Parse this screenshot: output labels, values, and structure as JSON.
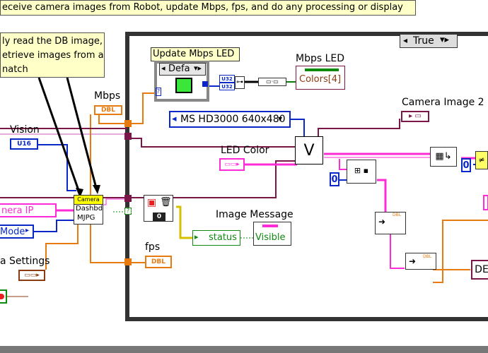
{
  "header": {
    "text": "eceive camera images from Robot, update Mbps, fps, and do any processing or display"
  },
  "comment": {
    "line1": "ly read the DB image,",
    "line2": "etrieve images from a",
    "line3": "natch"
  },
  "case_selector": {
    "value": "True"
  },
  "update_mbps": {
    "label": "Update Mbps LED",
    "enum_value": "Defa",
    "u32_a": "U32",
    "u32_b": "U32"
  },
  "mbps_led": {
    "label": "Mbps LED",
    "property": "Colors[4]"
  },
  "mbps": {
    "label": "Mbps",
    "type": "DBL"
  },
  "camera_image2": {
    "label": "Camera Image 2"
  },
  "camera_mode_const": {
    "value": "MS HD3000 640x480"
  },
  "led_color": {
    "label": "LED Color"
  },
  "vision": {
    "label": "Vision",
    "type": "U16"
  },
  "camera_ip": {
    "label": "nera IP"
  },
  "mode": {
    "label": "Mode"
  },
  "settings": {
    "label": "a Settings"
  },
  "camera_subvi": {
    "header": "Camera",
    "line1": "Dashbd",
    "line2": "MJPG"
  },
  "image_message": {
    "label": "Image Message",
    "status": "status",
    "visible": "Visible"
  },
  "fps": {
    "label": "fps",
    "type": "DBL"
  },
  "v_node": {
    "label": "V"
  },
  "consts": {
    "zero_a": "0",
    "zero_b": "0",
    "zero_c": "0"
  },
  "dbl_right": {
    "label": "DE"
  },
  "dbl_small": "DBL",
  "colors": {
    "orange": "#e87b10",
    "pink": "#ff2bd6",
    "blue": "#0a28c8",
    "green": "#0f8a0f",
    "brown": "#8b3b12",
    "purple": "#7a1648",
    "comment_bg": "#ffffc8"
  }
}
